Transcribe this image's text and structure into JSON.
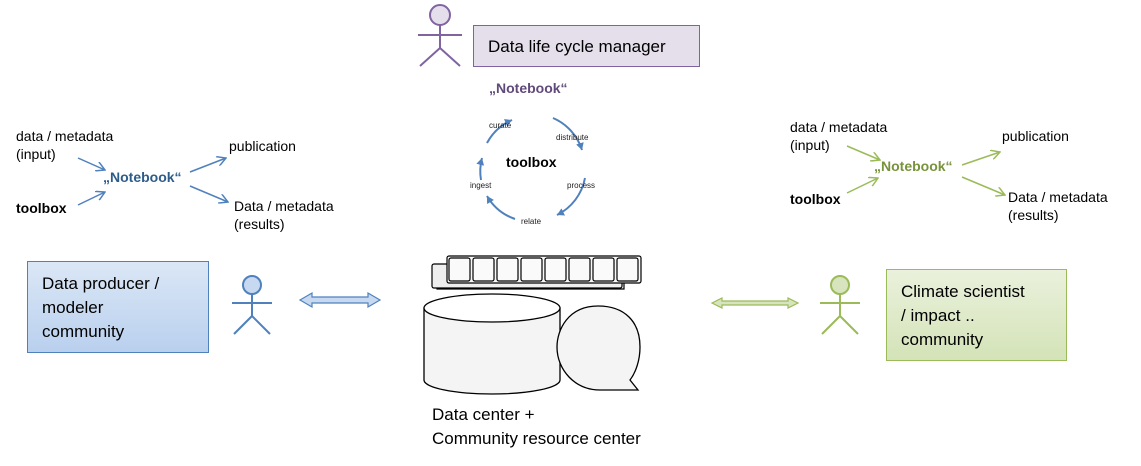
{
  "manager": {
    "label": "Data life cycle manager",
    "notebook": "„Notebook“"
  },
  "cycle": {
    "center": "toolbox",
    "steps": {
      "curate": "curate",
      "distribute": "distribute",
      "process": "process",
      "relate": "relate",
      "ingest": "ingest"
    }
  },
  "producer": {
    "label_line1": "Data producer /",
    "label_line2": "modeler",
    "label_line3": "community",
    "input_line1": "data / metadata",
    "input_line2": "(input)",
    "toolbox": "toolbox",
    "notebook": "„Notebook“",
    "publication": "publication",
    "results_line1": "Data / metadata",
    "results_line2": "(results)"
  },
  "scientist": {
    "label_line1": "Climate scientist",
    "label_line2": "/ impact ..",
    "label_line3": "community",
    "input_line1": "data / metadata",
    "input_line2": "(input)",
    "toolbox": "toolbox",
    "notebook": "„Notebook“",
    "publication": "publication",
    "results_line1": "Data / metadata",
    "results_line2": "(results)"
  },
  "center": {
    "line1": "Data center +",
    "line2": "Community resource center"
  },
  "colors": {
    "blue": "#4F81BD",
    "blue_fill": "#C6D9F1",
    "green": "#9BBB59",
    "green_fill": "#D7E4BD",
    "purple": "#8064A2",
    "purple_fill": "#E5DFEC"
  }
}
